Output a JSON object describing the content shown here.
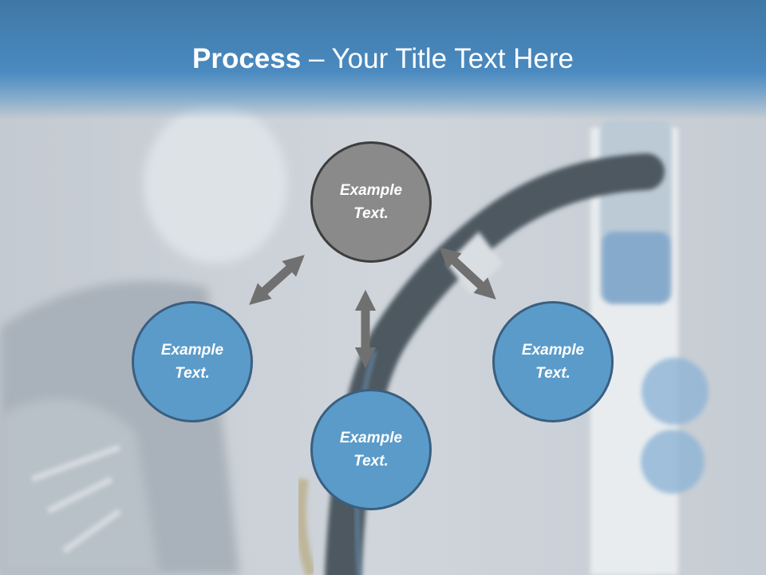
{
  "title": {
    "bold": "Process",
    "rest": " – Your Title Text Here"
  },
  "nodes": [
    {
      "label": "Example\nText.",
      "color": "#8a8a8a"
    },
    {
      "label": "Example\nText.",
      "color": "#5b9bc9"
    },
    {
      "label": "Example\nText.",
      "color": "#5b9bc9"
    },
    {
      "label": "Example\nText.",
      "color": "#5b9bc9"
    }
  ],
  "colors": {
    "title_band": "#4a8ac0",
    "node_blue": "#5b9bc9",
    "node_gray": "#8a8a8a",
    "arrow": "#707070"
  }
}
